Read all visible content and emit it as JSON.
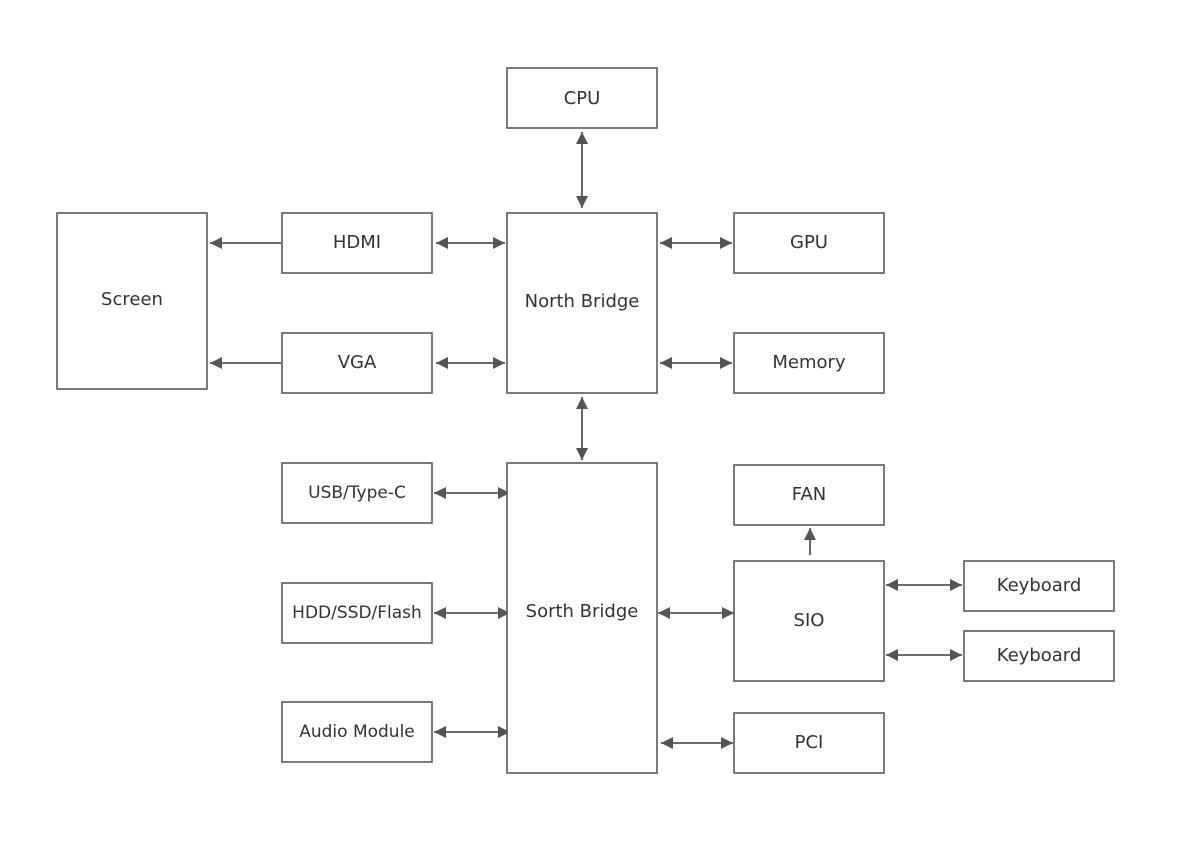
{
  "title": "Computer motherboard block diagram",
  "colors": {
    "stroke": "#5a5a5a",
    "text": "#333333",
    "background": "#ffffff"
  },
  "nodes": {
    "cpu": "CPU",
    "north_bridge": "North Bridge",
    "hdmi": "HDMI",
    "vga": "VGA",
    "screen": "Screen",
    "gpu": "GPU",
    "memory": "Memory",
    "south_bridge": "Sorth Bridge",
    "usb": "USB/Type-C",
    "storage": "HDD/SSD/Flash",
    "audio": "Audio Module",
    "fan": "FAN",
    "sio": "SIO",
    "keyboard_1": "Keyboard",
    "keyboard_2": "Keyboard",
    "pci": "PCI"
  },
  "edges": [
    {
      "from": "cpu",
      "to": "north_bridge",
      "type": "bidirectional"
    },
    {
      "from": "north_bridge",
      "to": "hdmi",
      "type": "bidirectional"
    },
    {
      "from": "north_bridge",
      "to": "vga",
      "type": "bidirectional"
    },
    {
      "from": "hdmi",
      "to": "screen",
      "type": "directed"
    },
    {
      "from": "vga",
      "to": "screen",
      "type": "directed"
    },
    {
      "from": "north_bridge",
      "to": "gpu",
      "type": "bidirectional"
    },
    {
      "from": "north_bridge",
      "to": "memory",
      "type": "bidirectional"
    },
    {
      "from": "north_bridge",
      "to": "south_bridge",
      "type": "bidirectional"
    },
    {
      "from": "south_bridge",
      "to": "usb",
      "type": "bidirectional"
    },
    {
      "from": "south_bridge",
      "to": "storage",
      "type": "bidirectional"
    },
    {
      "from": "south_bridge",
      "to": "audio",
      "type": "bidirectional"
    },
    {
      "from": "south_bridge",
      "to": "sio",
      "type": "bidirectional"
    },
    {
      "from": "south_bridge",
      "to": "pci",
      "type": "bidirectional"
    },
    {
      "from": "sio",
      "to": "fan",
      "type": "directed"
    },
    {
      "from": "sio",
      "to": "keyboard_1",
      "type": "bidirectional"
    },
    {
      "from": "sio",
      "to": "keyboard_2",
      "type": "bidirectional"
    }
  ]
}
